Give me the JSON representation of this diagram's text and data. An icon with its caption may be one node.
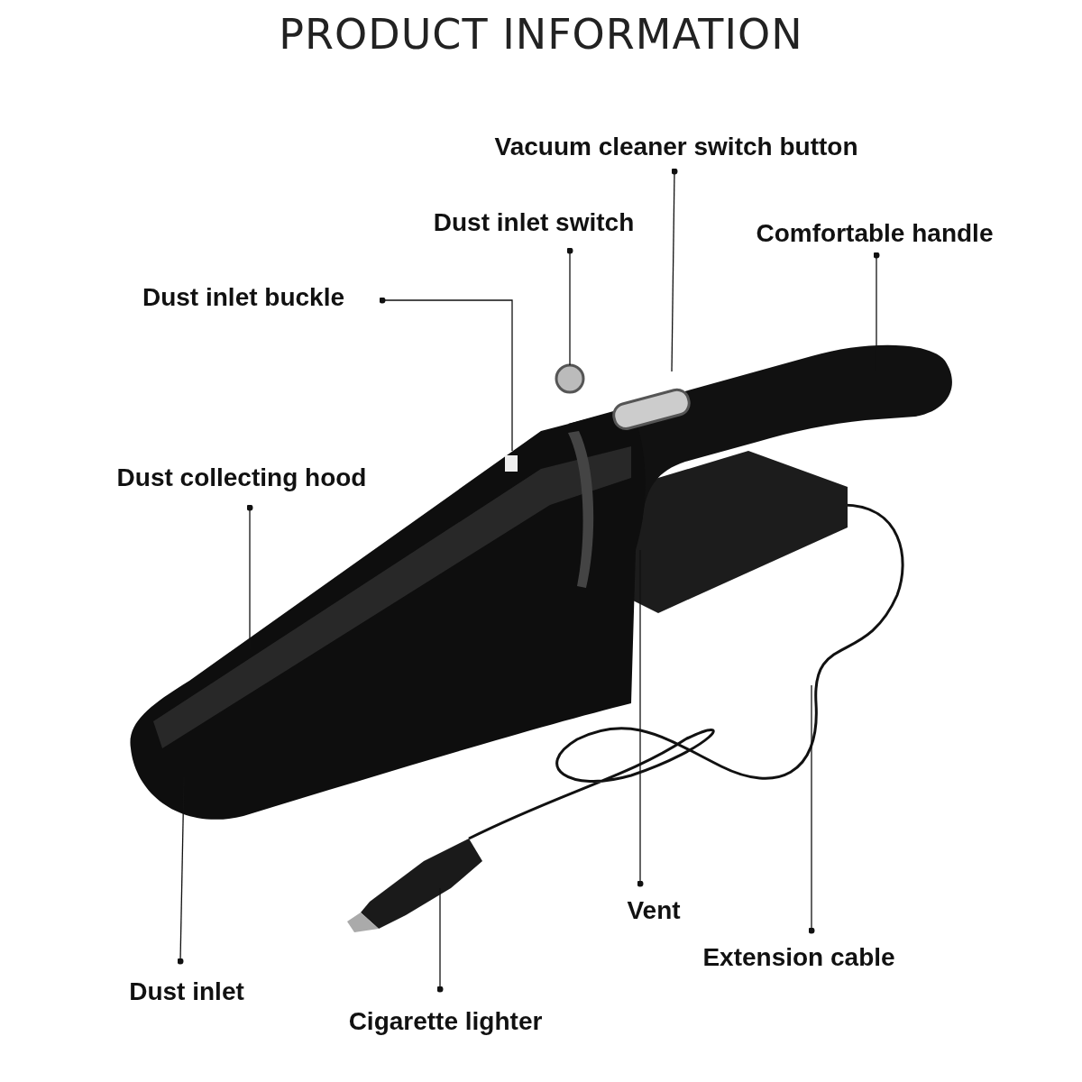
{
  "diagram": {
    "title": "PRODUCT INFORMATION",
    "nodes": [
      {
        "text": [
          "Vacuum cleaner switch button"
        ]
      },
      {
        "text": [
          "Dust inlet switch"
        ]
      },
      {
        "text": [
          "Comfortable handle"
        ]
      },
      {
        "text": [
          "Dust inlet buckle"
        ]
      },
      {
        "text": [
          "Dust collecting hood"
        ]
      },
      {
        "text": [
          "Vent"
        ]
      },
      {
        "text": [
          "Extension cable"
        ]
      },
      {
        "text": [
          "Dust inlet"
        ]
      },
      {
        "text": [
          "Cigarette lighter"
        ]
      }
    ],
    "edges": [
      {
        "from": 0,
        "to": null,
        "arrow": "other"
      },
      {
        "from": 1,
        "to": null,
        "arrow": "other"
      },
      {
        "from": 2,
        "to": null,
        "arrow": "other"
      },
      {
        "from": 3,
        "to": null,
        "arrow": "other"
      },
      {
        "from": 4,
        "to": null,
        "arrow": "other"
      },
      {
        "from": 5,
        "to": null,
        "arrow": "other"
      },
      {
        "from": 6,
        "to": null,
        "arrow": "other"
      },
      {
        "from": 7,
        "to": null,
        "arrow": "other"
      },
      {
        "from": 8,
        "to": null,
        "arrow": "other"
      }
    ]
  }
}
